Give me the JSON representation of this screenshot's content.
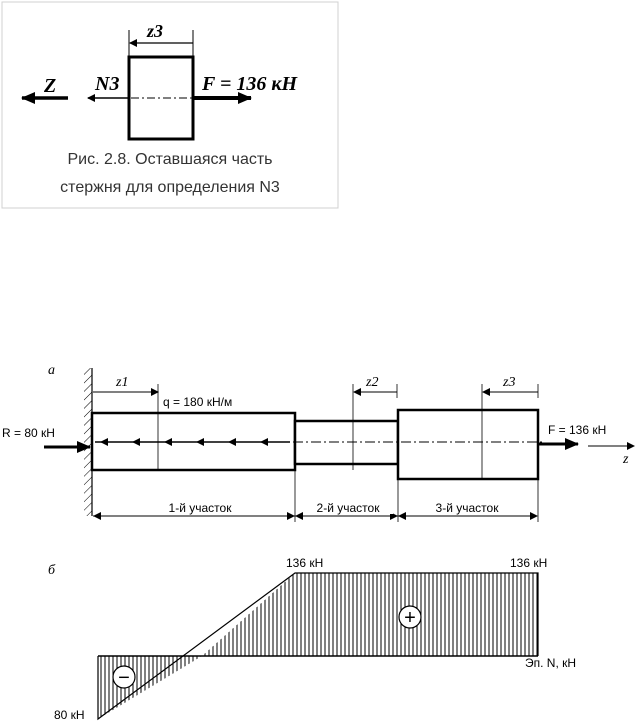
{
  "fig1": {
    "z_label": "z3",
    "axis_label": "Z",
    "n_label": "N3",
    "force_label": "F = 136 кН",
    "caption_line1": "Рис. 2.8. Оставшаяся часть",
    "caption_line2": "стержня для определения N3"
  },
  "fig2": {
    "panel_a_label": "а",
    "z1_label": "z1",
    "z2_label": "z2",
    "z3_label": "z3",
    "q_label": "q = 180 кН/м",
    "r_label": "R = 80 кН",
    "f_label": "F = 136 кН",
    "axis_label": "z",
    "section1_label": "1-й участок",
    "section2_label": "2-й участок",
    "section3_label": "3-й участок"
  },
  "diagram": {
    "panel_b_label": "б",
    "value_top_left": "136 кН",
    "value_top_right": "136 кН",
    "value_bottom": "80 кН",
    "plus_sign": "+",
    "minus_sign": "−",
    "plot_label": "Эп. N, кН"
  }
}
